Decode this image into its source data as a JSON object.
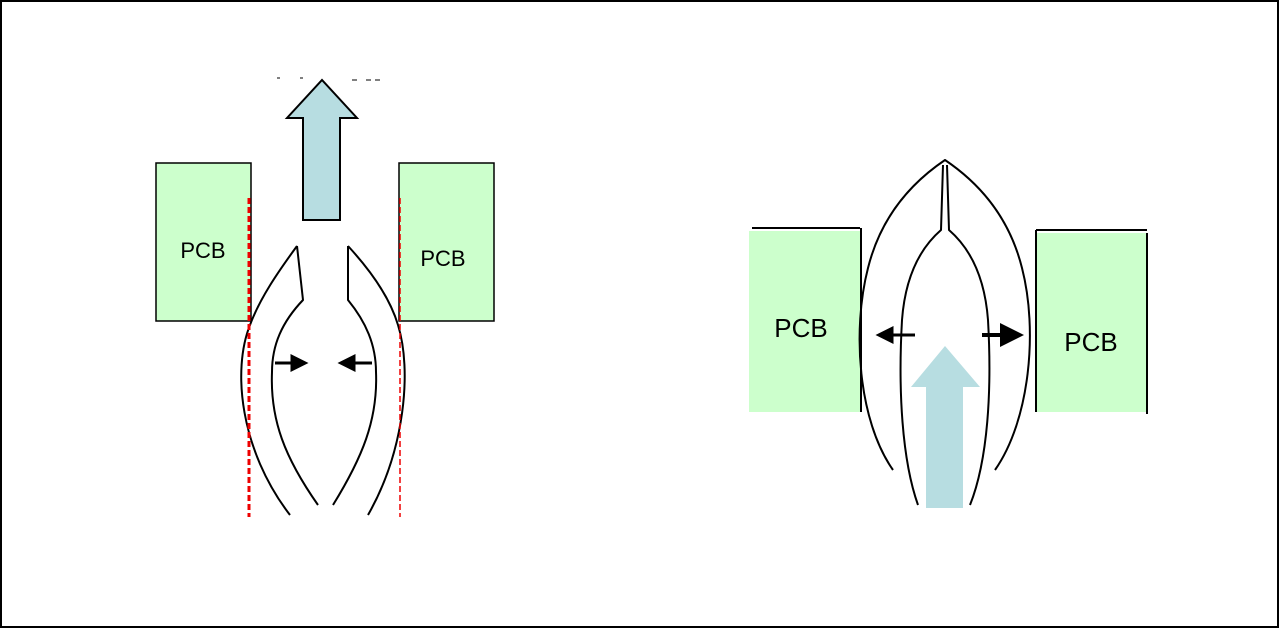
{
  "left_diagram": {
    "pcb_left_label": "PCB",
    "pcb_right_label": "PCB"
  },
  "right_diagram": {
    "pcb_left_label": "PCB",
    "pcb_right_label": "PCB"
  },
  "colors": {
    "pcb_fill": "#ccffcc",
    "arrow_fill": "#b7dde1",
    "outline": "#000000",
    "reference_line": "#ee0000",
    "background": "#ffffff"
  }
}
